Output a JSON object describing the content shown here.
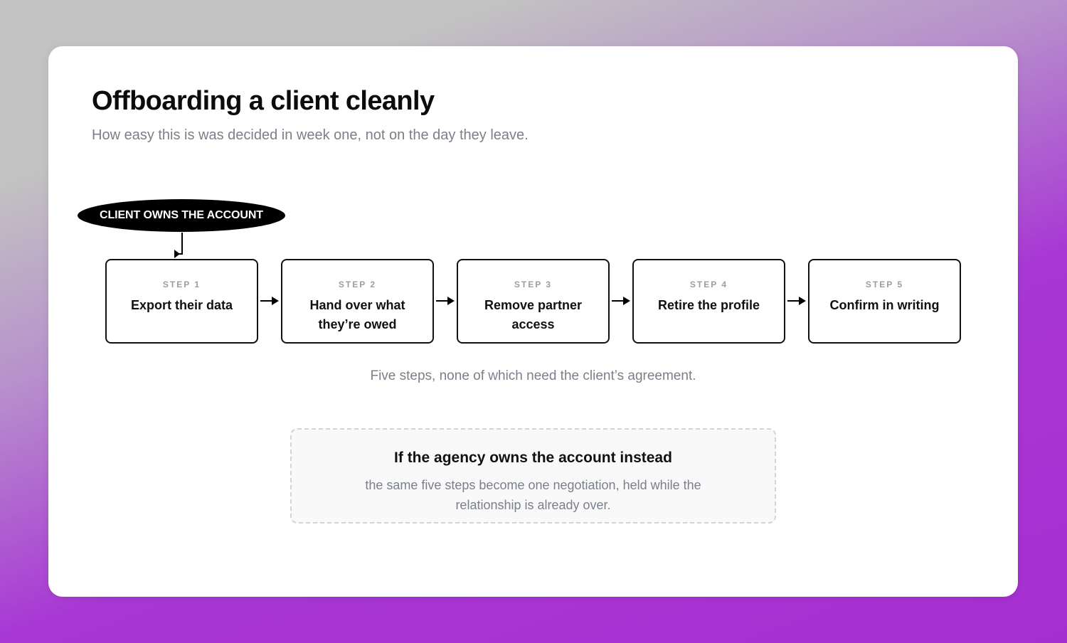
{
  "title": "Offboarding a client cleanly",
  "subtitle": "How easy this is was decided in week one, not on the day they leave.",
  "badge": "CLIENT OWNS THE ACCOUNT",
  "steps": [
    {
      "number": "STEP 1",
      "label": "Export their data"
    },
    {
      "number": "STEP 2",
      "label": "Hand over what they’re owed"
    },
    {
      "number": "STEP 3",
      "label": "Remove partner access"
    },
    {
      "number": "STEP 4",
      "label": "Retire the profile"
    },
    {
      "number": "STEP 5",
      "label": "Confirm in writing"
    }
  ],
  "caption": "Five steps, none of which need the client’s agreement.",
  "alternative": {
    "title": "If the agency owns the account instead",
    "text": "the same five steps become one negotiation, held while the relationship is already over."
  },
  "colors": {
    "background_gradient_start": "#c2c2c2",
    "background_gradient_end": "#a62fd2",
    "card": "#ffffff",
    "ink": "#111111",
    "muted": "#7a7f8a"
  }
}
